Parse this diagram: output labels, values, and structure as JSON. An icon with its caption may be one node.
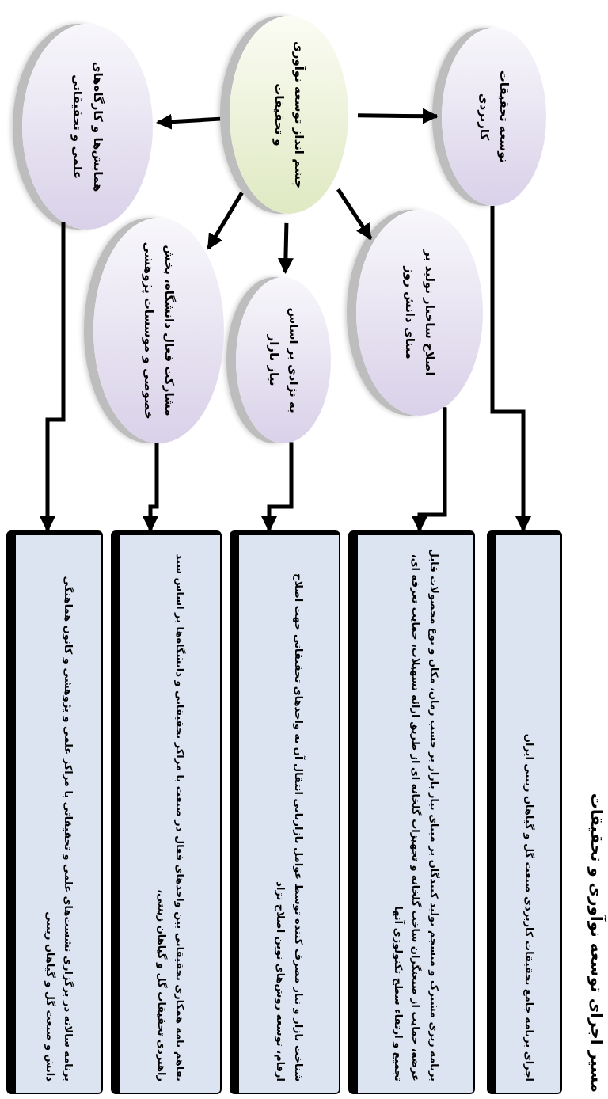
{
  "diagram": {
    "title": "مسیر اجرای توسعه نوآوری و تحقیقات",
    "nodes": [
      {
        "text": [
          "چشم انداز توسعه نوآوری و تحقیقات"
        ]
      },
      {
        "text": [
          "توسعه تحقیقات کاربردی"
        ]
      },
      {
        "text": [
          "اصلاح ساختار تولید بر مبنای دانش روز"
        ]
      },
      {
        "text": [
          "به نژادی بر اساس نیاز بازار"
        ]
      },
      {
        "text": [
          "مشارکت فعال دانشگاه، بخش خصوصی و موسسات پژوهشی"
        ]
      },
      {
        "text": [
          "همایش‌ها و کارگاه‌های علمی و تحقیقاتی"
        ]
      },
      {
        "text": [
          "اجرای برنامه جامع تحقیقات کاربردی صنعت گل و گیاهان زینتی ایران"
        ]
      },
      {
        "text": [
          "برنامه ریزی مشترک و منسجم تولید کنندگان بر مبنای نیاز بازار بر حسب زمان، مکان و نوع محصولات قابل عرضه، حمایت از صنعتگران ساخت گلخانه و تجهیزات گلخانه ای از طریق ارائه تسهیلات، حمایت تعرفه ای، تجمیع و ارتقاء سطح تکنولوژی آنها"
        ]
      },
      {
        "text": [
          "شناخت بازار و نیاز مصرف کننده توسط عوامل بازاریابی انتقال آن به واحدهای تحقیقاتی جهت اصلاح ارقام، توسعه روش‌های نوین اصلاح نژاد"
        ]
      },
      {
        "text": [
          "تفاهم نامه همکاری تحقیقاتی بین واحدهای فعال در صنعت با مراکز تحقیقاتی و دانشگاه‌ها بر اساس سند راهبردی تحقیقات گل و گیاهان زینتی،"
        ]
      },
      {
        "text": [
          "برنامه سالانه در برگزاری نشست‌های علمی و تحقیقاتی با مراکز علمی و پژوهشی و کانون هماهنگی دانش و صنعت گل و گیاهان زینتی"
        ]
      }
    ],
    "edges": [
      {
        "from": 0,
        "to": 1,
        "arrow": "to"
      },
      {
        "from": 0,
        "to": 2,
        "arrow": "to"
      },
      {
        "from": 0,
        "to": 3,
        "arrow": "to"
      },
      {
        "from": 0,
        "to": 4,
        "arrow": "to"
      },
      {
        "from": 0,
        "to": 5,
        "arrow": "to"
      },
      {
        "from": 1,
        "to": 6,
        "arrow": "to"
      },
      {
        "from": 2,
        "to": 7,
        "arrow": "to"
      },
      {
        "from": 3,
        "to": 8,
        "arrow": "to"
      },
      {
        "from": 4,
        "to": 9,
        "arrow": "to"
      },
      {
        "from": 5,
        "to": 10,
        "arrow": "to"
      }
    ]
  }
}
